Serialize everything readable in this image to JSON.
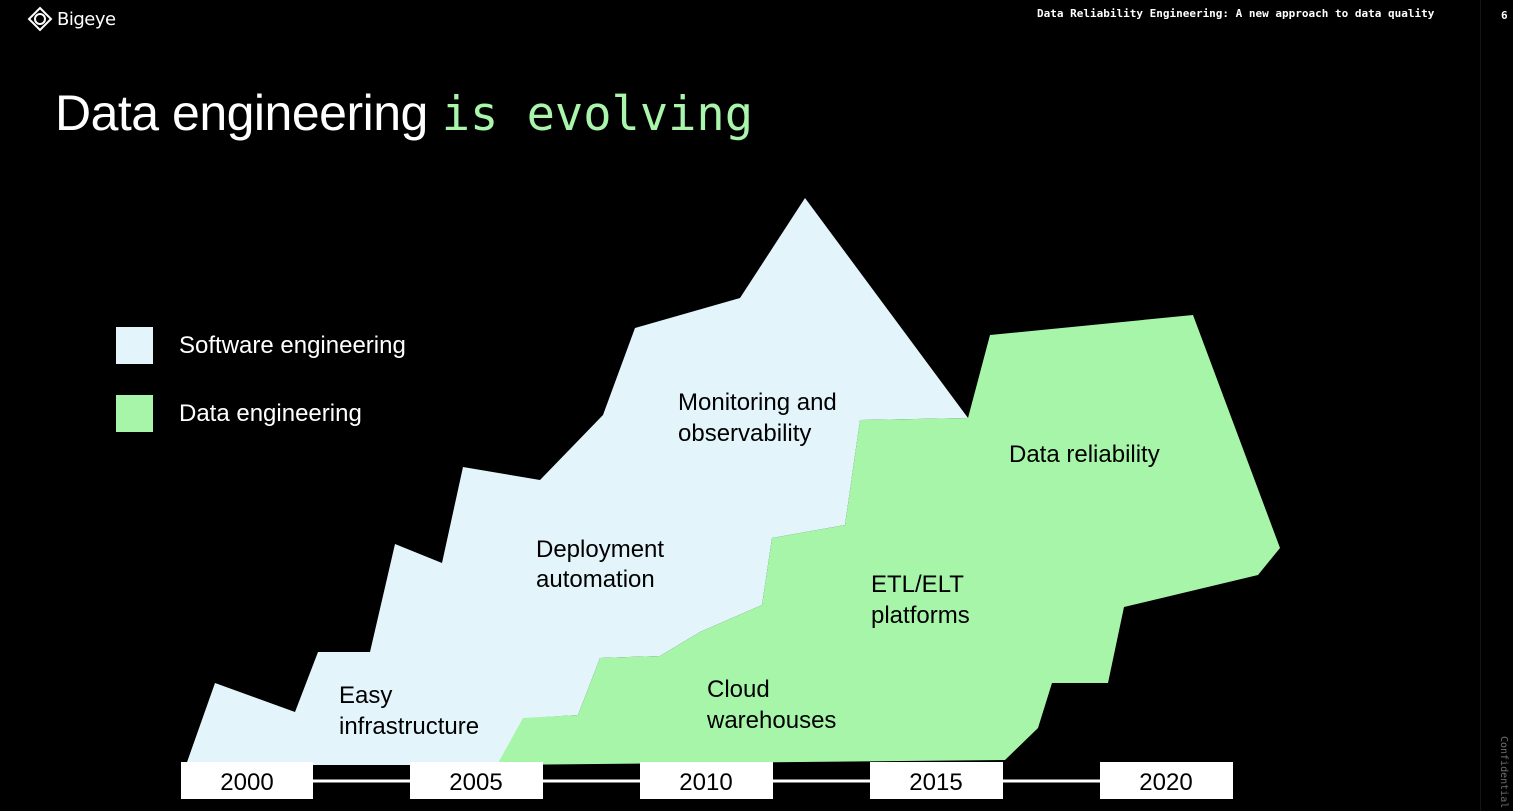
{
  "header": {
    "brand": "Bigeye",
    "deck_title": "Data Reliability Engineering: A new approach to data quality",
    "page_number": "6",
    "confidential": "Confidential"
  },
  "slide": {
    "title_part1": "Data engineering",
    "title_part2": "is evolving"
  },
  "legend": [
    {
      "label": "Software engineering",
      "color": "#e3f4fb"
    },
    {
      "label": "Data engineering",
      "color": "#a6f5a9"
    }
  ],
  "diagram": {
    "software_labels": [
      [
        "Easy",
        "infrastructure"
      ],
      [
        "Deployment",
        "automation"
      ],
      [
        "Monitoring and",
        "observability"
      ]
    ],
    "data_labels": [
      [
        "Cloud",
        "warehouses"
      ],
      [
        "ETL/ELT",
        "platforms"
      ],
      [
        "Data reliability"
      ]
    ],
    "timeline": [
      "2000",
      "2005",
      "2010",
      "2015",
      "2020"
    ]
  },
  "colors": {
    "background": "#000000",
    "software": "#e3f4fb",
    "data": "#a6f5a9",
    "accent_text": "#a9f5ab"
  }
}
